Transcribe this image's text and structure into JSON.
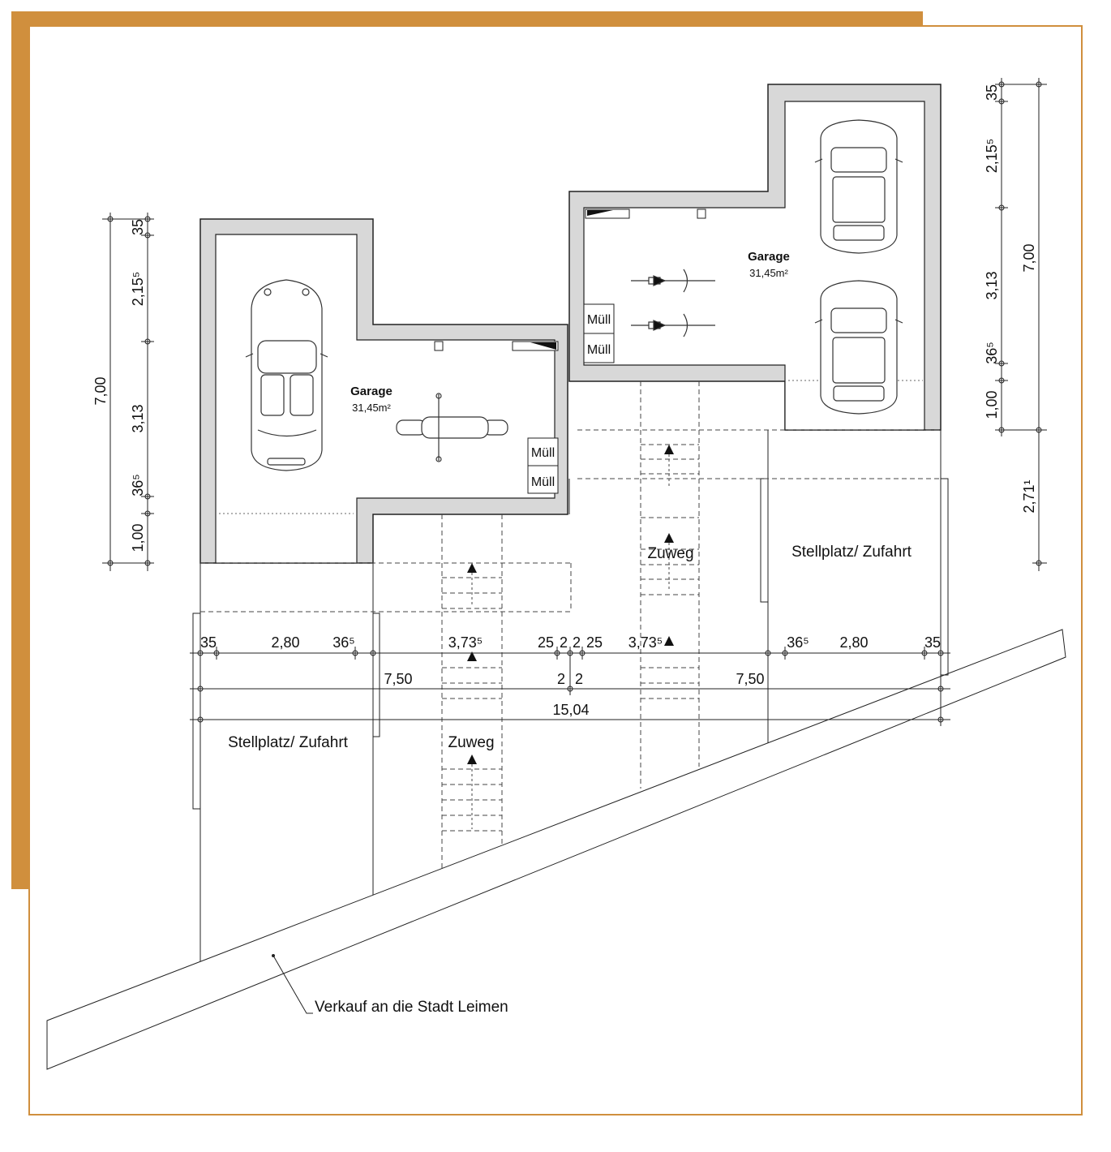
{
  "colors": {
    "frame": "#d08f3d",
    "wall": "#d8d8d8",
    "line": "#222222"
  },
  "garages": [
    {
      "name": "Garage",
      "area": "31,45m²"
    },
    {
      "name": "Garage",
      "area": "31,45m²"
    }
  ],
  "bins": [
    "Müll",
    "Müll",
    "Müll",
    "Müll"
  ],
  "areas": {
    "parking_left": "Stellplatz/ Zufahrt",
    "parking_right": "Stellplatz/ Zufahrt",
    "path_left": "Zuweg",
    "path_right": "Zuweg"
  },
  "annotation": "Verkauf an die Stadt Leimen",
  "dims": {
    "left": {
      "total": "7,00",
      "d1": "35",
      "d2": "2,15⁵",
      "d3": "3,13",
      "d4": "36⁵",
      "d5": "1,00"
    },
    "right": {
      "total": "7,00",
      "extra": "2,71¹",
      "d1": "35",
      "d2": "2,15⁵",
      "d3": "3,13",
      "d4": "36⁵",
      "d5": "1,00"
    },
    "horizontal": {
      "a1": "35",
      "a2": "2,80",
      "a3": "36⁵",
      "a4": "3,73⁵",
      "a5": "25",
      "a6": "2",
      "a7": "2",
      "a8": "25",
      "a9": "3,73⁵",
      "a10": "36⁵",
      "a11": "2,80",
      "a12": "35",
      "b1": "7,50",
      "b2": "2",
      "b3": "2",
      "b4": "7,50",
      "total": "15,04"
    }
  }
}
